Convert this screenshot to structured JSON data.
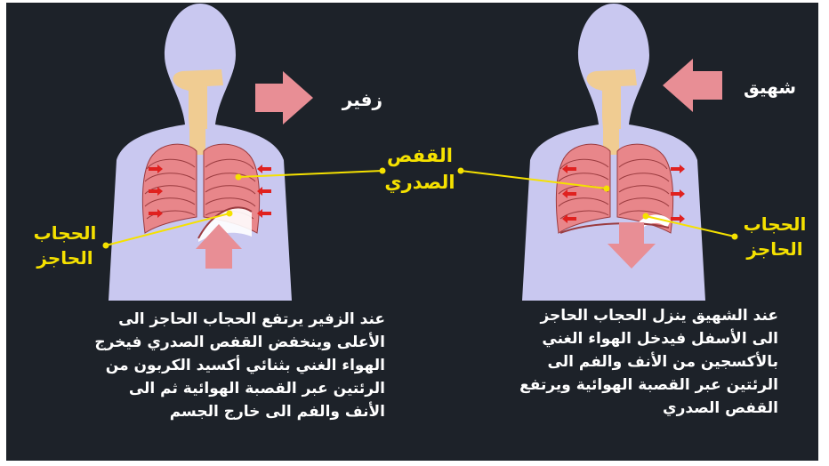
{
  "exhale": {
    "title": "زفير",
    "diaphragm_label": [
      "الحجاب",
      "الحاجز"
    ],
    "description": [
      "عند الزفير يرتفع الحجاب الحاجز الى",
      "الأعلى وينخفض القفص الصدري فيخرج",
      "الهواء الغني بثنائي أكسيد الكربون من",
      "الرئتين  عبر القصبة الهوائية ثم الى",
      "الأنف والفم الى خارج الجسم"
    ]
  },
  "inhale": {
    "title": "شهيق",
    "diaphragm_label": [
      "الحجاب",
      "الحاجز"
    ],
    "description": [
      "عند الشهيق ينزل الحجاب الحاجز",
      "الى الأسفل فيدخل الهواء الغني",
      "بالأكسجين من الأنف والفم الى",
      "الرئتين عبر القصبة الهوائية ويرتفع",
      "القفص الصدري"
    ]
  },
  "ribcage_label": [
    "القفص",
    "الصدري"
  ],
  "colors": {
    "background": "#1d2229",
    "body": "#c9c8f0",
    "lungs": "#e8868a",
    "airway": "#f0cc92",
    "arrow_big": "#e88e95",
    "arrow_small": "#e0211f",
    "leader_line": "#f5e100"
  }
}
